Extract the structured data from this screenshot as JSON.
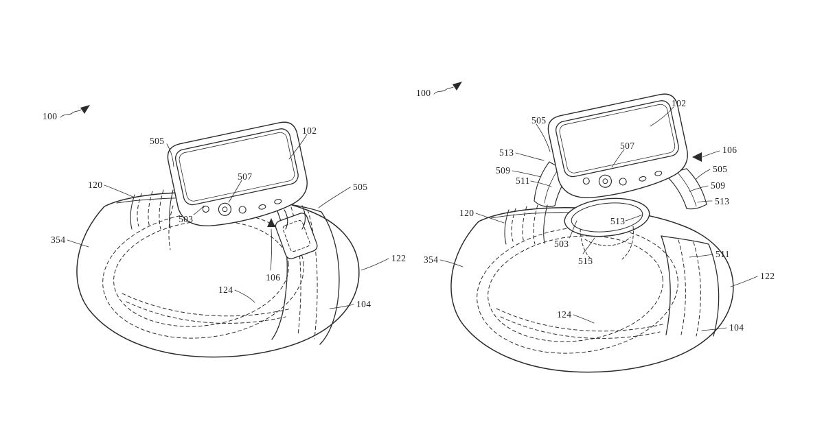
{
  "page": {
    "background": "#ffffff",
    "line_color": "#2b2b2b",
    "text_color": "#222222",
    "description": "Patent-style line drawing, two perspective views of a watch attached to a band/enclosure"
  },
  "figures": [
    {
      "name": "watch-band-left-view",
      "labels": [
        {
          "text": "100"
        },
        {
          "text": "505"
        },
        {
          "text": "102"
        },
        {
          "text": "120"
        },
        {
          "text": "507"
        },
        {
          "text": "505"
        },
        {
          "text": "503"
        },
        {
          "text": "354"
        },
        {
          "text": "106"
        },
        {
          "text": "122"
        },
        {
          "text": "124"
        },
        {
          "text": "104"
        }
      ]
    },
    {
      "name": "watch-band-right-view",
      "labels": [
        {
          "text": "100"
        },
        {
          "text": "102"
        },
        {
          "text": "505"
        },
        {
          "text": "513"
        },
        {
          "text": "507"
        },
        {
          "text": "106"
        },
        {
          "text": "509"
        },
        {
          "text": "505"
        },
        {
          "text": "511"
        },
        {
          "text": "509"
        },
        {
          "text": "513"
        },
        {
          "text": "120"
        },
        {
          "text": "513"
        },
        {
          "text": "503"
        },
        {
          "text": "515"
        },
        {
          "text": "511"
        },
        {
          "text": "354"
        },
        {
          "text": "122"
        },
        {
          "text": "124"
        },
        {
          "text": "104"
        }
      ]
    }
  ]
}
